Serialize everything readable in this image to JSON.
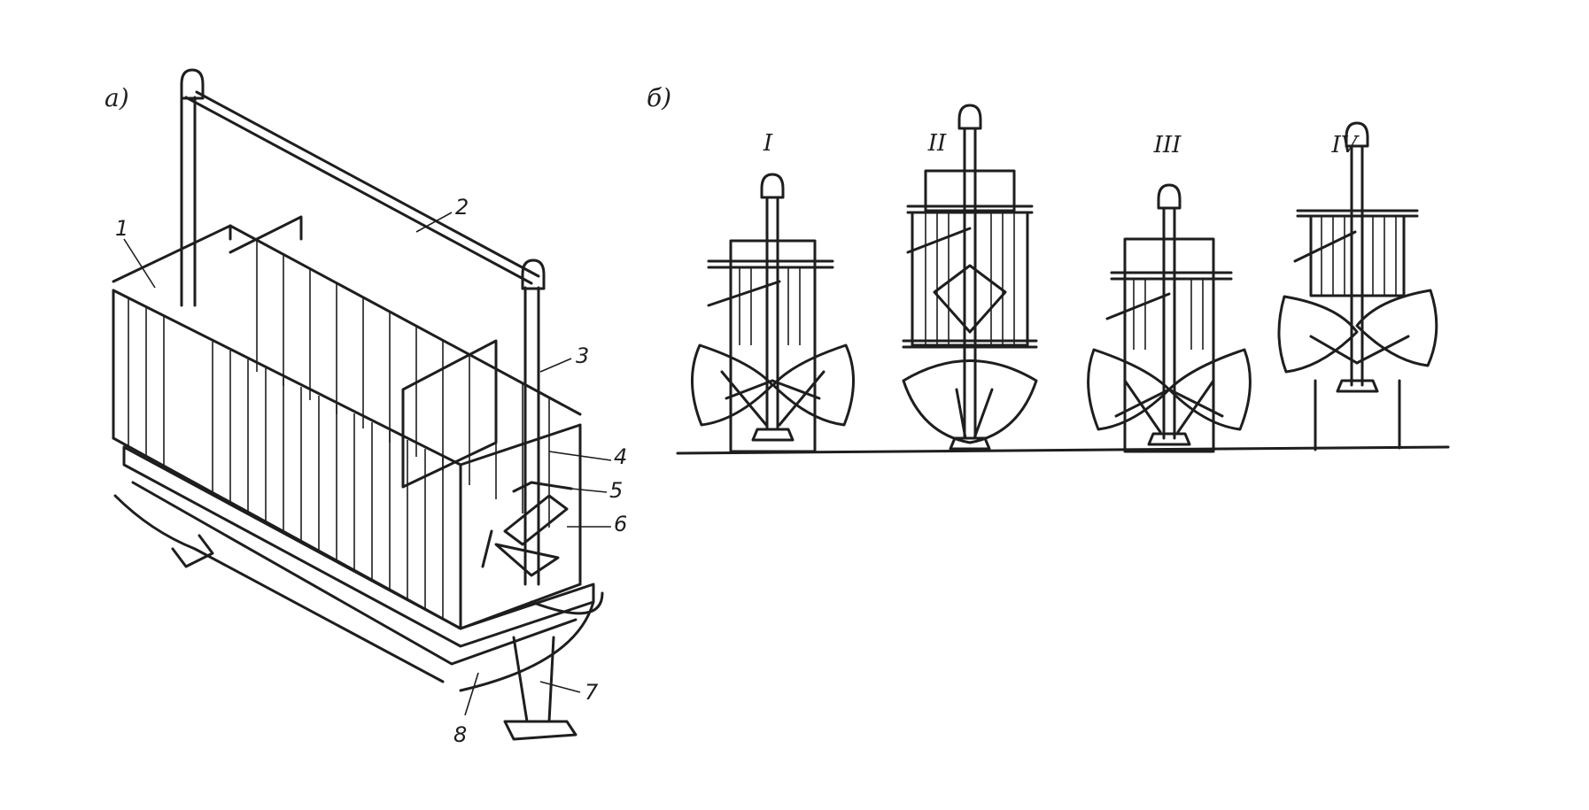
{
  "panels": {
    "a": {
      "label": "а)"
    },
    "b": {
      "label": "б)"
    }
  },
  "callouts": [
    {
      "id": "1",
      "text": "1"
    },
    {
      "id": "2",
      "text": "2"
    },
    {
      "id": "3",
      "text": "3"
    },
    {
      "id": "4",
      "text": "4"
    },
    {
      "id": "5",
      "text": "5"
    },
    {
      "id": "6",
      "text": "6"
    },
    {
      "id": "7",
      "text": "7"
    },
    {
      "id": "8",
      "text": "8"
    }
  ],
  "stages": [
    {
      "label": "I"
    },
    {
      "label": "II"
    },
    {
      "label": "III"
    },
    {
      "label": "IV"
    }
  ],
  "colors": {
    "ink": "#1e1e1e",
    "paper": "#ffffff"
  }
}
